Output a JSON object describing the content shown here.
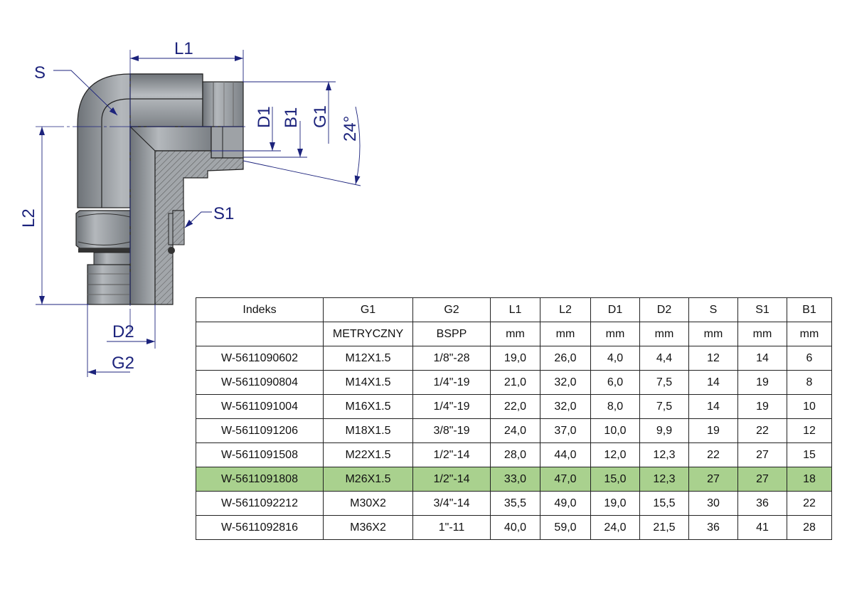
{
  "drawing": {
    "labels": {
      "L1": "L1",
      "S": "S",
      "L2": "L2",
      "D1": "D1",
      "B1": "B1",
      "G1": "G1",
      "angle": "24°",
      "S1": "S1",
      "D2": "D2",
      "G2": "G2"
    },
    "colors": {
      "dimension": "#1c237c",
      "body": "#8e9296",
      "highlight": "#a9d18e"
    }
  },
  "table": {
    "headers": [
      "Indeks",
      "G1",
      "G2",
      "L1",
      "L2",
      "D1",
      "D2",
      "S",
      "S1",
      "B1"
    ],
    "units": [
      "",
      "METRYCZNY",
      "BSPP",
      "mm",
      "mm",
      "mm",
      "mm",
      "mm",
      "mm",
      "mm"
    ],
    "rows": [
      [
        "W-5611090602",
        "M12X1.5",
        "1/8\"-28",
        "19,0",
        "26,0",
        "4,0",
        "4,4",
        "12",
        "14",
        "6"
      ],
      [
        "W-5611090804",
        "M14X1.5",
        "1/4\"-19",
        "21,0",
        "32,0",
        "6,0",
        "7,5",
        "14",
        "19",
        "8"
      ],
      [
        "W-5611091004",
        "M16X1.5",
        "1/4\"-19",
        "22,0",
        "32,0",
        "8,0",
        "7,5",
        "14",
        "19",
        "10"
      ],
      [
        "W-5611091206",
        "M18X1.5",
        "3/8\"-19",
        "24,0",
        "37,0",
        "10,0",
        "9,9",
        "19",
        "22",
        "12"
      ],
      [
        "W-5611091508",
        "M22X1.5",
        "1/2\"-14",
        "28,0",
        "44,0",
        "12,0",
        "12,3",
        "22",
        "27",
        "15"
      ],
      [
        "W-5611091808",
        "M26X1.5",
        "1/2\"-14",
        "33,0",
        "47,0",
        "15,0",
        "12,3",
        "27",
        "27",
        "18"
      ],
      [
        "W-5611092212",
        "M30X2",
        "3/4\"-14",
        "35,5",
        "49,0",
        "19,0",
        "15,5",
        "30",
        "36",
        "22"
      ],
      [
        "W-5611092816",
        "M36X2",
        "1\"-11",
        "40,0",
        "59,0",
        "24,0",
        "21,5",
        "36",
        "41",
        "28"
      ]
    ],
    "highlighted_row": 5
  }
}
